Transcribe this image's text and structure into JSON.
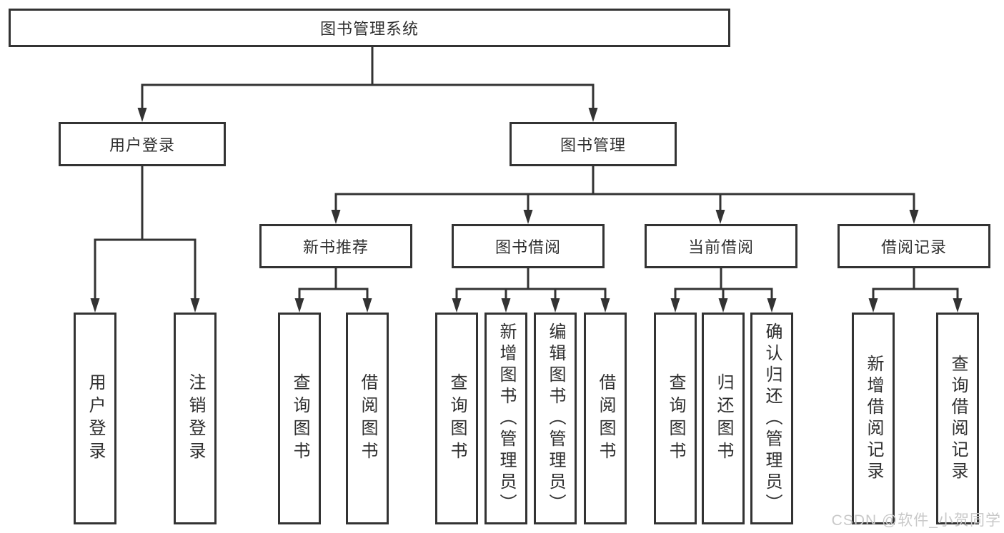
{
  "diagram_type": "tree",
  "tree": {
    "root": {
      "label": "图书管理系统",
      "children": [
        {
          "label": "用户登录",
          "children": [
            {
              "label": "用户登录"
            },
            {
              "label": "注销登录"
            }
          ]
        },
        {
          "label": "图书管理",
          "children": [
            {
              "label": "新书推荐",
              "children": [
                {
                  "label": "查询图书"
                },
                {
                  "label": "借阅图书"
                }
              ]
            },
            {
              "label": "图书借阅",
              "children": [
                {
                  "label": "查询图书"
                },
                {
                  "label": "新增图书（管理员）"
                },
                {
                  "label": "编辑图书（管理员）"
                },
                {
                  "label": "借阅图书"
                }
              ]
            },
            {
              "label": "当前借阅",
              "children": [
                {
                  "label": "查询图书"
                },
                {
                  "label": "归还图书"
                },
                {
                  "label": "确认归还（管理员）"
                }
              ]
            },
            {
              "label": "借阅记录",
              "children": [
                {
                  "label": "新增借阅记录"
                },
                {
                  "label": "查询借阅记录"
                }
              ]
            }
          ]
        }
      ]
    }
  },
  "watermark": {
    "text": "CSDN @软件_小贺同学"
  },
  "colors": {
    "line": "#333333",
    "box_border": "#333333",
    "text": "#2f2f2f",
    "watermark": "#c9c9c9",
    "background": "#ffffff"
  }
}
